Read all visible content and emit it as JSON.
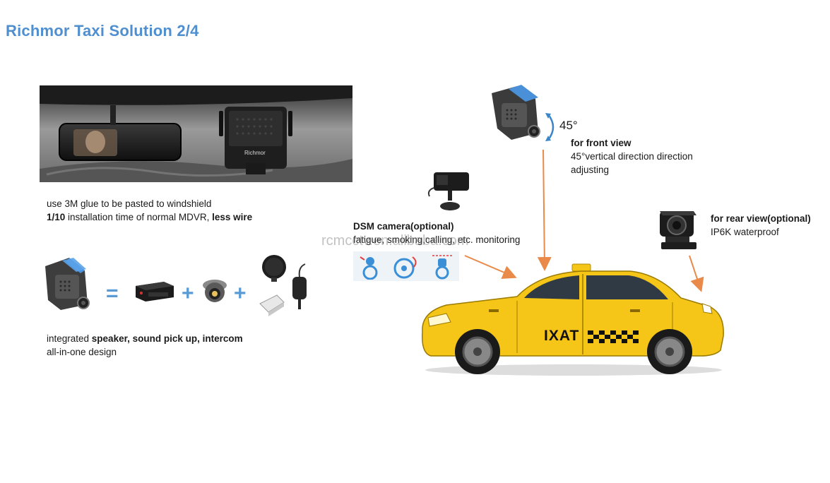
{
  "title": "Richmor Taxi Solution 2/4",
  "windshield": {
    "line1": "use 3M glue to be pasted to windshield",
    "line2_bold1": "1/10",
    "line2_text": " installation time of normal MDVR, ",
    "line2_bold2": "less wire",
    "device_brand": "Richmor"
  },
  "integration": {
    "equals_symbol": "=",
    "plus_symbol": "+",
    "line1_prefix": "integrated ",
    "line1_bold": "speaker, sound pick up, intercom",
    "line2": "all-in-one design"
  },
  "front_camera": {
    "angle_label": "45°",
    "heading": "for front view",
    "desc_line1": "45°vertical direction direction",
    "desc_line2": "adjusting"
  },
  "dsm_camera": {
    "heading": "DSM camera(optional)",
    "desc": "fatigue, smoking,calling, etc. monitoring",
    "icons": [
      "fatigue-icon",
      "calling-icon",
      "driver-icon"
    ]
  },
  "rear_camera": {
    "heading": "for rear view(optional)",
    "desc": "IP6K waterproof"
  },
  "taxi": {
    "door_text": "IXAT"
  },
  "watermark": "rcmcctv.en.alibaba.com",
  "colors": {
    "title": "#4f8fcf",
    "arrow": "#e98a4a",
    "taxi": "#f5c518",
    "operator": "#5a9bd5"
  }
}
